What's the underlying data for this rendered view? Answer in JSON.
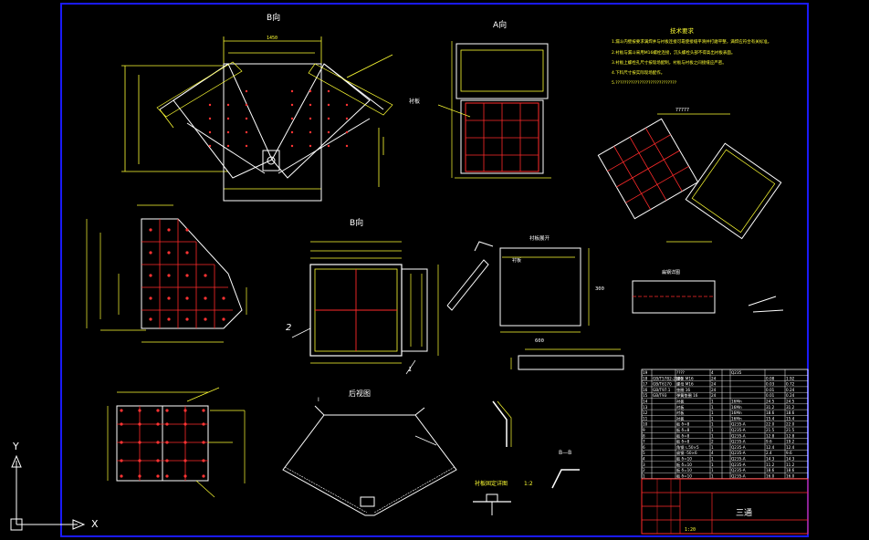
{
  "colors": {
    "background": "#000000",
    "frame": "#1a1aff",
    "outline": "#ffffff",
    "dimension": "#ffff33",
    "liner": "#ff2a2a",
    "hole": "#ff3333",
    "text": "#ffffff"
  },
  "views": {
    "b_view_label": "B向",
    "a_view_label": "A向",
    "b_view_label_2": "B向",
    "liner_label": "衬板",
    "back_view_label": "后视图",
    "section_label": "B—B",
    "detail_label": "衬板固定详图",
    "detail_scale": "1:2",
    "part_i_label": "I",
    "callout_1": "1",
    "callout_2": "2",
    "box_rect_label": "衬板展开",
    "box_rect_dim_h": "300",
    "box_rect_dim_w": "600",
    "strip_label": "扁钢详图",
    "liner_note": "衬板"
  },
  "tech_requirements": {
    "title": "技术要求",
    "items": [
      "1.漏斗内壁按要求满焊并与衬板连接可靠使接缝平滑并打磨平整，满焊应符合有关标准。",
      "2.衬板与漏斗采用M16螺栓连接，沉头螺栓头部不得高出衬板表面。",
      "3.衬板上螺栓孔尺寸按现场配制，衬板与衬板之间接缝应严密。",
      "4.下料尺寸按实际现场配作。",
      "5.????????????????????????????"
    ]
  },
  "dims": {
    "top_view_width": "1450",
    "a_view_top": "77777"
  },
  "parts_table": {
    "rows": [
      [
        "19",
        "",
        "????",
        "4",
        "",
        "Q235",
        "",
        ""
      ],
      [
        "18",
        "GB/T5782-2000",
        "螺栓 M16",
        "24",
        "",
        "",
        "0.08",
        "1.92"
      ],
      [
        "17",
        "GB/T6170",
        "螺母 M16",
        "24",
        "",
        "",
        "0.03",
        "0.72"
      ],
      [
        "16",
        "GB/T97.1",
        "垫圈 16",
        "24",
        "",
        "",
        "0.01",
        "0.24"
      ],
      [
        "15",
        "GB/T93",
        "弹簧垫圈 16",
        "24",
        "",
        "",
        "0.01",
        "0.24"
      ],
      [
        "14",
        "",
        "衬板",
        "1",
        "",
        "16Mn",
        "24.5",
        "24.5"
      ],
      [
        "13",
        "",
        "衬板",
        "1",
        "",
        "16Mn",
        "31.2",
        "31.2"
      ],
      [
        "12",
        "",
        "衬板",
        "1",
        "",
        "16Mn",
        "18.6",
        "18.6"
      ],
      [
        "11",
        "",
        "衬板",
        "1",
        "",
        "16Mn",
        "15.4",
        "15.4"
      ],
      [
        "10",
        "",
        "板 δ=8",
        "1",
        "",
        "Q235-A",
        "22.0",
        "22.0"
      ],
      [
        "9",
        "",
        "板 δ=8",
        "1",
        "",
        "Q235-A",
        "21.5",
        "21.5"
      ],
      [
        "8",
        "",
        "板 δ=8",
        "1",
        "",
        "Q235-A",
        "12.8",
        "12.8"
      ],
      [
        "7",
        "",
        "板 δ=8",
        "2",
        "",
        "Q235-A",
        "9.6",
        "19.2"
      ],
      [
        "6",
        "",
        "角钢 ∟50×5",
        "1",
        "",
        "Q235-A",
        "12.4",
        "12.4"
      ],
      [
        "5",
        "",
        "扁钢 -50×6",
        "4",
        "",
        "Q235-A",
        "2.4",
        "9.6"
      ],
      [
        "4",
        "",
        "板 δ=10",
        "1",
        "",
        "Q235-A",
        "14.3",
        "14.3"
      ],
      [
        "3",
        "",
        "板 δ=10",
        "1",
        "",
        "Q235-A",
        "11.2",
        "11.2"
      ],
      [
        "2",
        "",
        "板 δ=10",
        "1",
        "",
        "Q235-A",
        "18.6",
        "18.6"
      ],
      [
        "1",
        "",
        "板 δ=10",
        "1",
        "",
        "Q235-A",
        "16.0",
        "16.0"
      ]
    ]
  },
  "title_block": {
    "drawing_name": "三通",
    "scale": "1:20"
  },
  "ucs": {
    "x_label": "X",
    "y_label": "Y"
  }
}
